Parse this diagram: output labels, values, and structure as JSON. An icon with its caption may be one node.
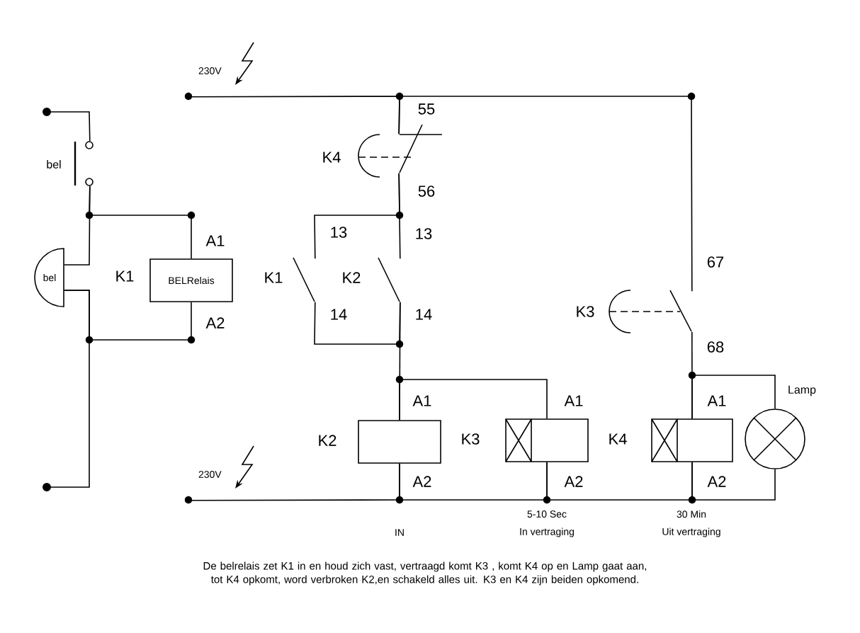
{
  "diagram": {
    "caption": "De belrelais zet K1 in en houd zich vast, vertraagd komt K3 , komt K4 op en Lamp gaat aan, tot K4 opkomt, word verbroken K2,en schakeld alles uit. K3 en K4 zijn beiden opkomend.",
    "nodes": [
      {
        "text": [],
        "shape": "switch",
        "beside": [
          "bel"
        ]
      },
      {
        "text": [
          "bel"
        ]
      },
      {
        "text": [
          "BELRelais"
        ],
        "beside": [
          "K1",
          "A1",
          "A2"
        ]
      },
      {
        "text": [],
        "shape": "switch",
        "beside": [
          "K4",
          "55",
          "56"
        ]
      },
      {
        "text": [],
        "shape": "switch",
        "beside": [
          "K1",
          "13",
          "14"
        ]
      },
      {
        "text": [],
        "shape": "switch",
        "beside": [
          "K2",
          "13",
          "14"
        ]
      },
      {
        "text": [],
        "shape": "switch",
        "beside": [
          "K3",
          "67",
          "68"
        ]
      },
      {
        "text": [],
        "shape": "box",
        "beside": [
          "K2",
          "A1",
          "A2"
        ]
      },
      {
        "text": [],
        "shape": "box",
        "beside": [
          "K3",
          "A1",
          "A2"
        ]
      },
      {
        "text": [],
        "shape": "box",
        "beside": [
          "K4",
          "A1",
          "A2"
        ]
      },
      {
        "text": [],
        "shape": "circle",
        "beside": [
          "Lamp"
        ]
      },
      {
        "text": [
          "230V"
        ]
      },
      {
        "text": [
          "230V"
        ]
      },
      {
        "text": [],
        "shape": "circle"
      },
      {
        "text": [],
        "shape": "circle"
      }
    ],
    "edges": [
      {
        "from": 13,
        "to": 0,
        "arrow": "none"
      },
      {
        "from": 0,
        "to": 1,
        "arrow": "none"
      },
      {
        "from": 0,
        "to": 2,
        "arrow": "none"
      },
      {
        "from": 1,
        "to": 2,
        "arrow": "none"
      },
      {
        "from": 14,
        "to": 1,
        "arrow": "none"
      },
      {
        "from": 11,
        "to": 3,
        "arrow": "none"
      },
      {
        "from": 3,
        "to": 6,
        "arrow": "none"
      },
      {
        "from": 3,
        "to": 4,
        "arrow": "none"
      },
      {
        "from": 3,
        "to": 5,
        "arrow": "none"
      },
      {
        "from": 4,
        "to": 5,
        "arrow": "none"
      },
      {
        "from": 5,
        "to": 7,
        "arrow": "none"
      },
      {
        "from": 7,
        "to": 8,
        "arrow": "none"
      },
      {
        "from": 12,
        "to": 7,
        "arrow": "none"
      },
      {
        "from": 7,
        "to": 8,
        "arrow": "none"
      },
      {
        "from": 8,
        "to": 9,
        "arrow": "none"
      },
      {
        "from": 6,
        "to": 9,
        "arrow": "none"
      },
      {
        "from": 9,
        "to": 10,
        "arrow": "none"
      },
      {
        "from": 9,
        "to": 10,
        "arrow": "none"
      }
    ],
    "labels": [
      "IN",
      "5-10 Sec",
      "In vertraging",
      "30 Min",
      "Uit vertraging"
    ]
  }
}
